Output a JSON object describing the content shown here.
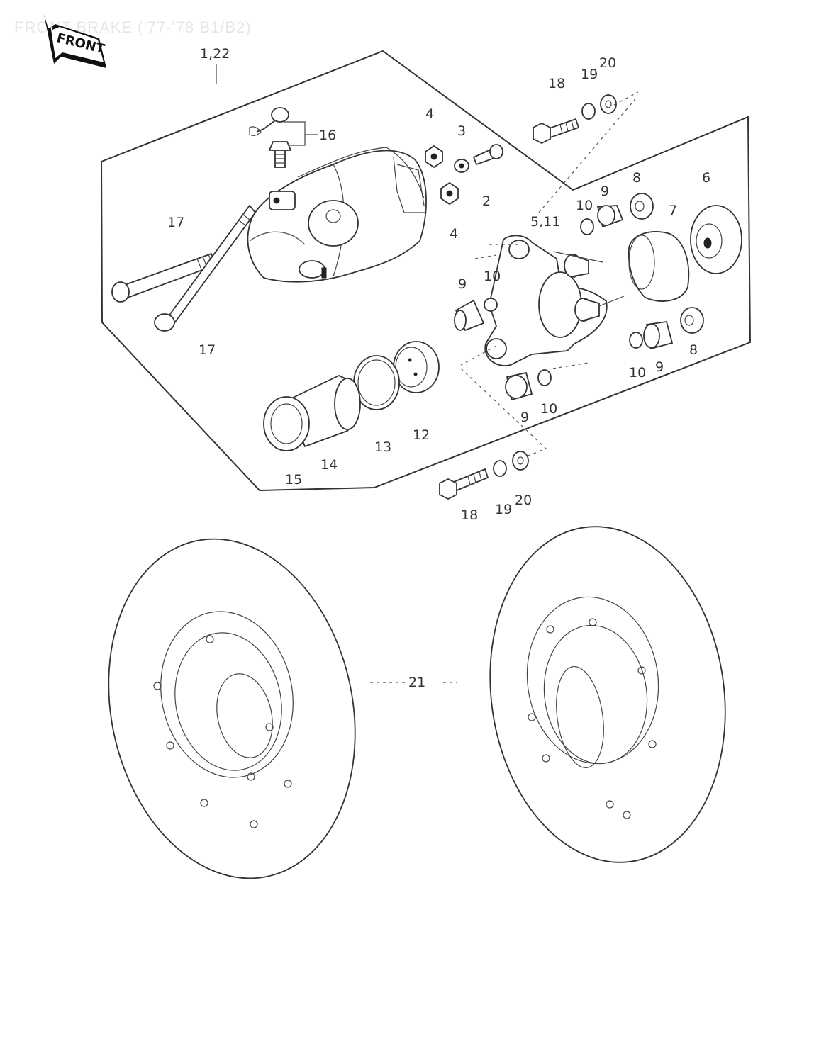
{
  "header": {
    "title": "FRONT BRAKE ('77-'78 B1/B2)"
  },
  "front_badge": {
    "label": "FRONT"
  },
  "callouts": {
    "c1_22": "1,22",
    "c16": "16",
    "c17a": "17",
    "c17b": "17",
    "c4a": "4",
    "c4b": "4",
    "c3": "3",
    "c2": "2",
    "c18a": "18",
    "c19a": "19",
    "c20a": "20",
    "c6": "6",
    "c7": "7",
    "c8a": "8",
    "c8b": "8",
    "c9a": "9",
    "c9b": "9",
    "c9c": "9",
    "c9d": "9",
    "c10a": "10",
    "c10b": "10",
    "c10c": "10",
    "c10d": "10",
    "c5_11": "5,11",
    "c12": "12",
    "c13": "13",
    "c14": "14",
    "c15": "15",
    "c18b": "18",
    "c19b": "19",
    "c20b": "20",
    "c21": "21"
  }
}
